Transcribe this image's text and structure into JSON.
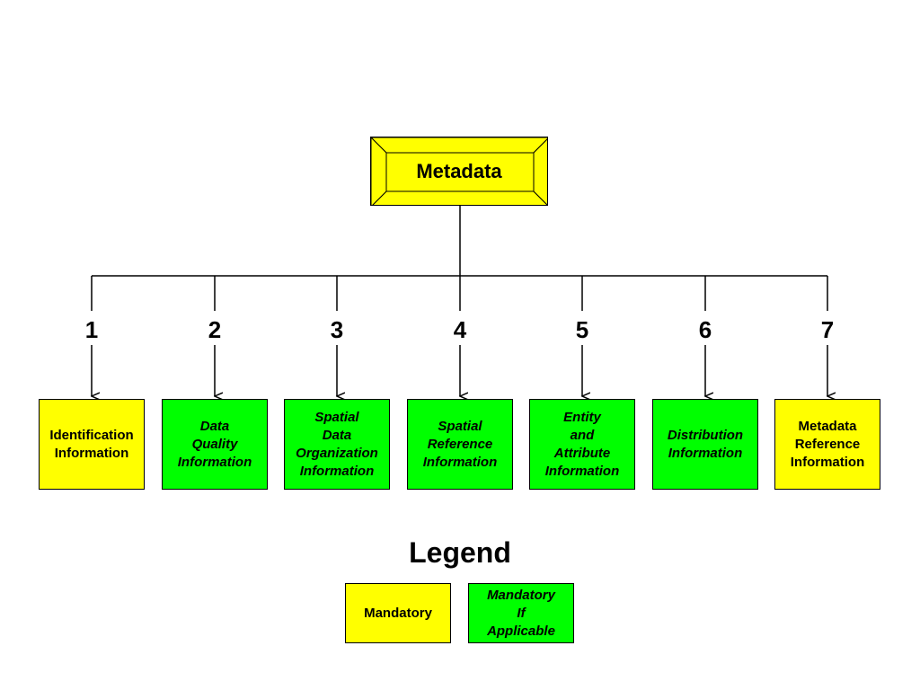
{
  "colors": {
    "mandatory": "#ffff00",
    "conditional": "#00ff00",
    "line": "#000000"
  },
  "root": {
    "label": "Metadata"
  },
  "sections": [
    {
      "number": "1",
      "lines": [
        "Identification",
        "Information"
      ],
      "status": "mandatory"
    },
    {
      "number": "2",
      "lines": [
        "Data",
        "Quality",
        "Information"
      ],
      "status": "conditional"
    },
    {
      "number": "3",
      "lines": [
        "Spatial",
        "Data",
        "Organization",
        "Information"
      ],
      "status": "conditional"
    },
    {
      "number": "4",
      "lines": [
        "Spatial",
        "Reference",
        "Information"
      ],
      "status": "conditional"
    },
    {
      "number": "5",
      "lines": [
        "Entity",
        "and",
        "Attribute",
        "Information"
      ],
      "status": "conditional"
    },
    {
      "number": "6",
      "lines": [
        "Distribution",
        "Information"
      ],
      "status": "conditional"
    },
    {
      "number": "7",
      "lines": [
        "Metadata",
        "Reference",
        "Information"
      ],
      "status": "mandatory"
    }
  ],
  "legend": {
    "title": "Legend",
    "items": [
      {
        "lines": [
          "Mandatory"
        ],
        "status": "mandatory"
      },
      {
        "lines": [
          "Mandatory",
          "If",
          "Applicable"
        ],
        "status": "conditional"
      }
    ]
  }
}
